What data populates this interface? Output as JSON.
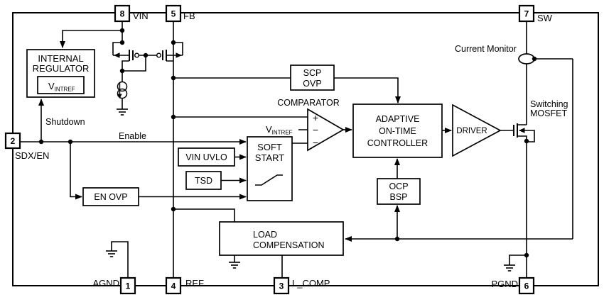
{
  "diagram": {
    "pins": {
      "p8": {
        "number": "8",
        "name": "VIN"
      },
      "p5": {
        "number": "5",
        "name": "FB"
      },
      "p7": {
        "number": "7",
        "name": "SW"
      },
      "p2": {
        "number": "2",
        "name": "SDX/EN"
      },
      "p1": {
        "number": "1",
        "name": "AGND"
      },
      "p4": {
        "number": "4",
        "name": "REF"
      },
      "p3": {
        "number": "3",
        "name": "L_COMP"
      },
      "p6": {
        "number": "6",
        "name": "PGND"
      }
    },
    "blocks": {
      "internal_regulator": {
        "line1": "INTERNAL",
        "line2": "REGULATOR"
      },
      "vintref": {
        "main": "V",
        "sub": "INTREF"
      },
      "scp_ovp": {
        "line1": "SCP",
        "line2": "OVP"
      },
      "comparator": {
        "label": "COMPARATOR",
        "plus": "+",
        "minus": "−"
      },
      "soft_start": {
        "line1": "SOFT",
        "line2": "START"
      },
      "vin_uvlo": {
        "label": "VIN UVLO"
      },
      "tsd": {
        "label": "TSD"
      },
      "en_ovp": {
        "label": "EN OVP"
      },
      "adaptive_on_time": {
        "line1": "ADAPTIVE",
        "line2": "ON-TIME",
        "line3": "CONTROLLER"
      },
      "driver": {
        "label": "DRIVER"
      },
      "ocp_bsp": {
        "line1": "OCP",
        "line2": "BSP"
      },
      "load_compensation": {
        "line1": "LOAD",
        "line2": "COMPENSATION"
      }
    },
    "labels": {
      "shutdown": "Shutdown",
      "enable": "Enable",
      "current_monitor": "Current Monitor",
      "switching_mosfet_line1": "Switching",
      "switching_mosfet_line2": "MOSFET",
      "vintref_main": "V",
      "vintref_sub": "INTREF"
    },
    "colors": {
      "line": "#000000",
      "background": "#ffffff"
    }
  }
}
